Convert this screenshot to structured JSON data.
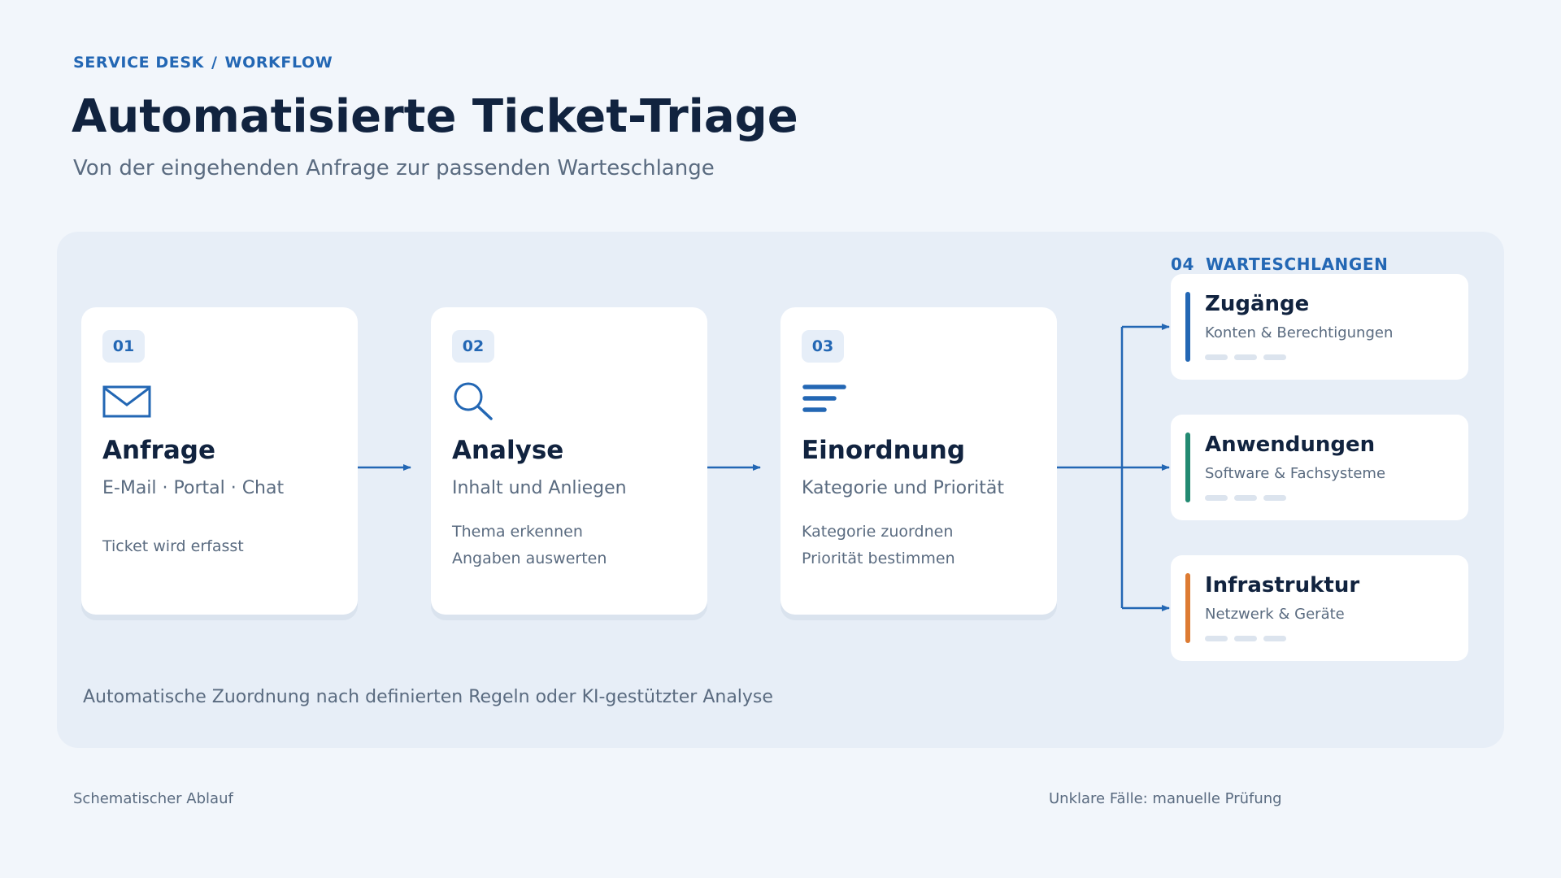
{
  "header": {
    "breadcrumb": [
      "SERVICE DESK",
      "WORKFLOW"
    ],
    "breadcrumb_separator": "/",
    "title": "Automatisierte Ticket-Triage",
    "subtitle": "Von der eingehenden Anfrage zur passenden Warteschlange"
  },
  "steps": [
    {
      "number": "01",
      "icon": "mail-icon",
      "title": "Anfrage",
      "subtitle": "E-Mail · Portal · Chat",
      "notes": [
        "Ticket wird erfasst"
      ]
    },
    {
      "number": "02",
      "icon": "search-icon",
      "title": "Analyse",
      "subtitle": "Inhalt und Anliegen",
      "notes": [
        "Thema erkennen",
        "Angaben auswerten"
      ]
    },
    {
      "number": "03",
      "icon": "sort-lines-icon",
      "title": "Einordnung",
      "subtitle": "Kategorie und Priorität",
      "notes": [
        "Kategorie zuordnen",
        "Priorität bestimmen"
      ]
    }
  ],
  "queues_section": {
    "number": "04",
    "heading": "WARTESCHLANGEN",
    "queues": [
      {
        "title": "Zugänge",
        "subtitle": "Konten & Berechtigungen",
        "color": "#2367b4"
      },
      {
        "title": "Anwendungen",
        "subtitle": "Software & Fachsysteme",
        "color": "#238a72"
      },
      {
        "title": "Infrastruktur",
        "subtitle": "Netzwerk & Geräte",
        "color": "#dd7b33"
      }
    ]
  },
  "panel_note": "Automatische Zuordnung nach definierten Regeln oder KI-gestützter Analyse",
  "footer": {
    "left": "Schematischer Ablauf",
    "right": "Unklare Fälle: manuelle Prüfung"
  },
  "colors": {
    "accent": "#2367b4",
    "heading": "#11233f",
    "muted": "#5a6b80",
    "panel": "#e7eef7",
    "background": "#f2f6fb"
  }
}
